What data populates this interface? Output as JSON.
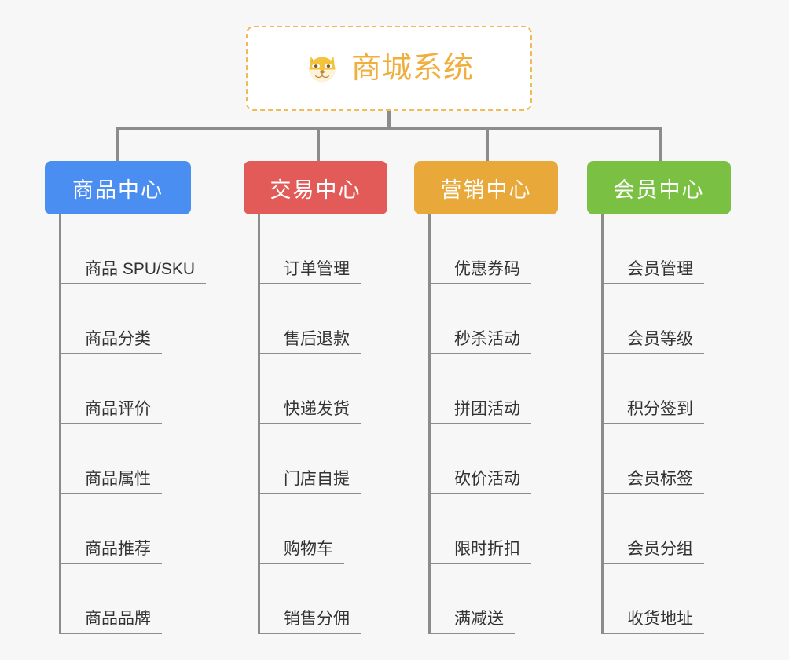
{
  "page": {
    "background_color": "#f7f7f7",
    "connector_color": "#8c8c8c"
  },
  "root": {
    "title": "商城系统",
    "icon": "shiba-dog-face-icon",
    "border_color": "#eebb55",
    "title_color": "#f0ae3c",
    "background_color": "#ffffff"
  },
  "branches": [
    {
      "label": "商品中心",
      "color": "#4a8ef2",
      "items": [
        "商品 SPU/SKU",
        "商品分类",
        "商品评价",
        "商品属性",
        "商品推荐",
        "商品品牌"
      ]
    },
    {
      "label": "交易中心",
      "color": "#e35b58",
      "items": [
        "订单管理",
        "售后退款",
        "快递发货",
        "门店自提",
        "购物车",
        "销售分佣"
      ]
    },
    {
      "label": "营销中心",
      "color": "#e8a93a",
      "items": [
        "优惠券码",
        "秒杀活动",
        "拼团活动",
        "砍价活动",
        "限时折扣",
        "满减送"
      ]
    },
    {
      "label": "会员中心",
      "color": "#7ac143",
      "items": [
        "会员管理",
        "会员等级",
        "积分签到",
        "会员标签",
        "会员分组",
        "收货地址"
      ]
    }
  ]
}
